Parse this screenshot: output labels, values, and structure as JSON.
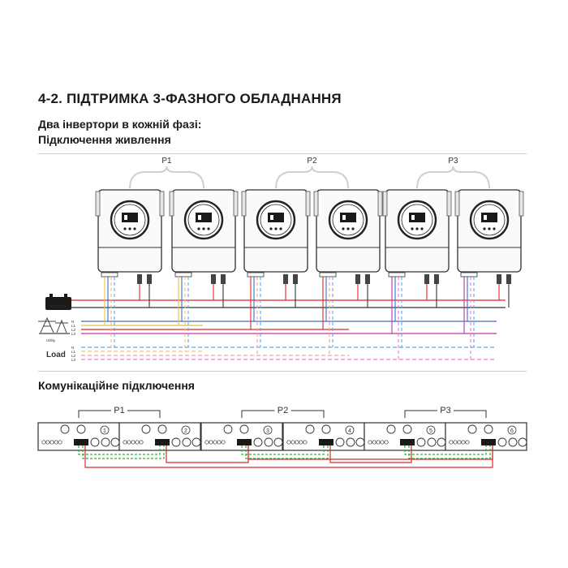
{
  "header": {
    "title": "4-2. ПІДТРИМКА 3-ФАЗНОГО ОБЛАДНАННЯ",
    "subtitle_1": "Два інвертори в кожній фазі:",
    "subtitle_2": "Підключення живлення",
    "subtitle_3": "Комунікаційне підключення"
  },
  "power_diagram": {
    "phase_labels": [
      "P1",
      "P2",
      "P3"
    ],
    "battery_label": "BATTERY",
    "grid_label": "Utility",
    "load_label": "Load",
    "line_labels_top": [
      "N",
      "L1",
      "L2",
      "L3"
    ],
    "line_labels_bottom": [
      "N",
      "L1",
      "L2",
      "L3"
    ],
    "colors": {
      "battery": "#e0262a",
      "neutral": "#3b6fd1",
      "L1": "#e8c23a",
      "L2": "#e0262a",
      "L3": "#c0359e",
      "load_dashed_neutral": "#5fa7e6",
      "load_dashed_l1": "#f0c070",
      "load_dashed_l2": "#f0a0a0",
      "load_dashed_l3": "#e080d8",
      "load_text": "#2fae3b"
    }
  },
  "comm_diagram": {
    "phase_labels": [
      "P1",
      "P2",
      "P3"
    ],
    "unit_numbers": [
      "1",
      "2",
      "3",
      "4",
      "5",
      "6"
    ],
    "colors": {
      "parallel_cable": "#2fae3b",
      "sync_cable": "#d72b2b"
    }
  }
}
